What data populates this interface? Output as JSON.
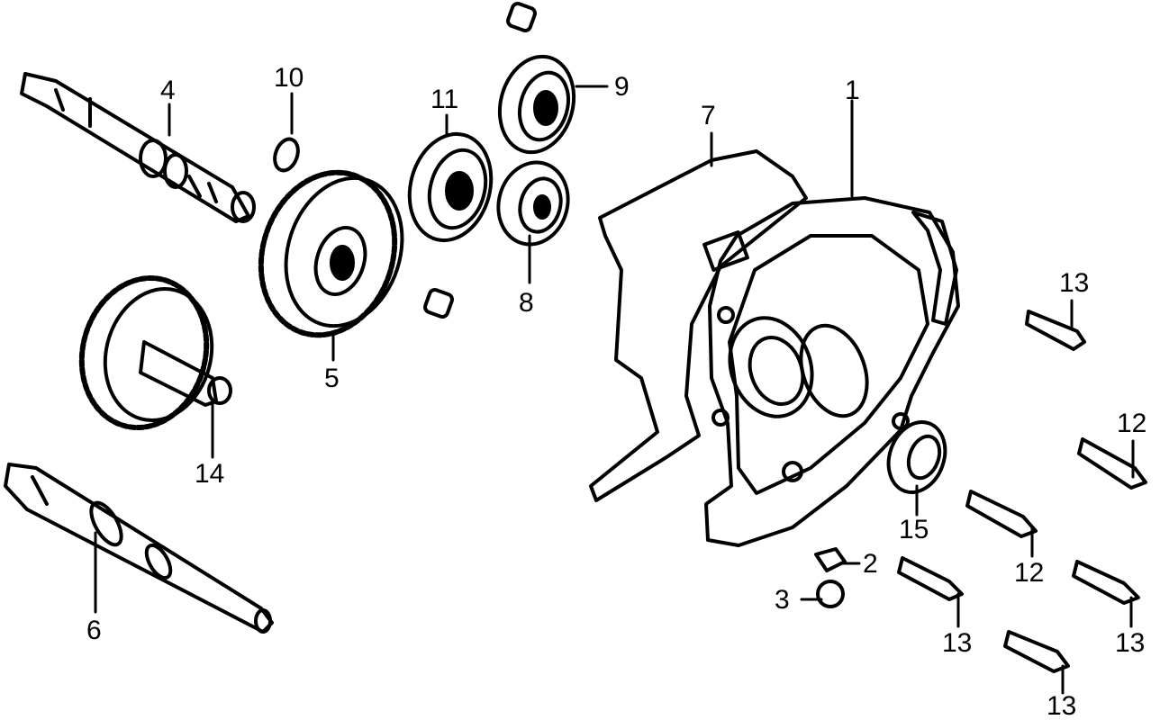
{
  "diagram": {
    "kind": "exploded-parts-diagram",
    "callouts": [
      {
        "id": "c1",
        "text": "1"
      },
      {
        "id": "c2",
        "text": "2"
      },
      {
        "id": "c3",
        "text": "3"
      },
      {
        "id": "c4",
        "text": "4"
      },
      {
        "id": "c5",
        "text": "5"
      },
      {
        "id": "c6",
        "text": "6"
      },
      {
        "id": "c7",
        "text": "7"
      },
      {
        "id": "c8",
        "text": "8"
      },
      {
        "id": "c9",
        "text": "9"
      },
      {
        "id": "c10",
        "text": "10"
      },
      {
        "id": "c11",
        "text": "11"
      },
      {
        "id": "c12a",
        "text": "12"
      },
      {
        "id": "c12b",
        "text": "12"
      },
      {
        "id": "c13a",
        "text": "13"
      },
      {
        "id": "c13b",
        "text": "13"
      },
      {
        "id": "c13c",
        "text": "13"
      },
      {
        "id": "c13d",
        "text": "13"
      },
      {
        "id": "c14",
        "text": "14"
      },
      {
        "id": "c15",
        "text": "15"
      }
    ],
    "parts": [
      "transmission-cover",
      "washer",
      "drain-bolt",
      "main-shaft",
      "drive-gear",
      "output-shaft",
      "cover-gasket",
      "bearing",
      "bearing",
      "circlip",
      "bearing",
      "bolt",
      "bolt",
      "counter-gear",
      "oil-seal",
      "dowel-pin"
    ],
    "colors": {
      "line": "#000000",
      "background": "#ffffff"
    }
  }
}
